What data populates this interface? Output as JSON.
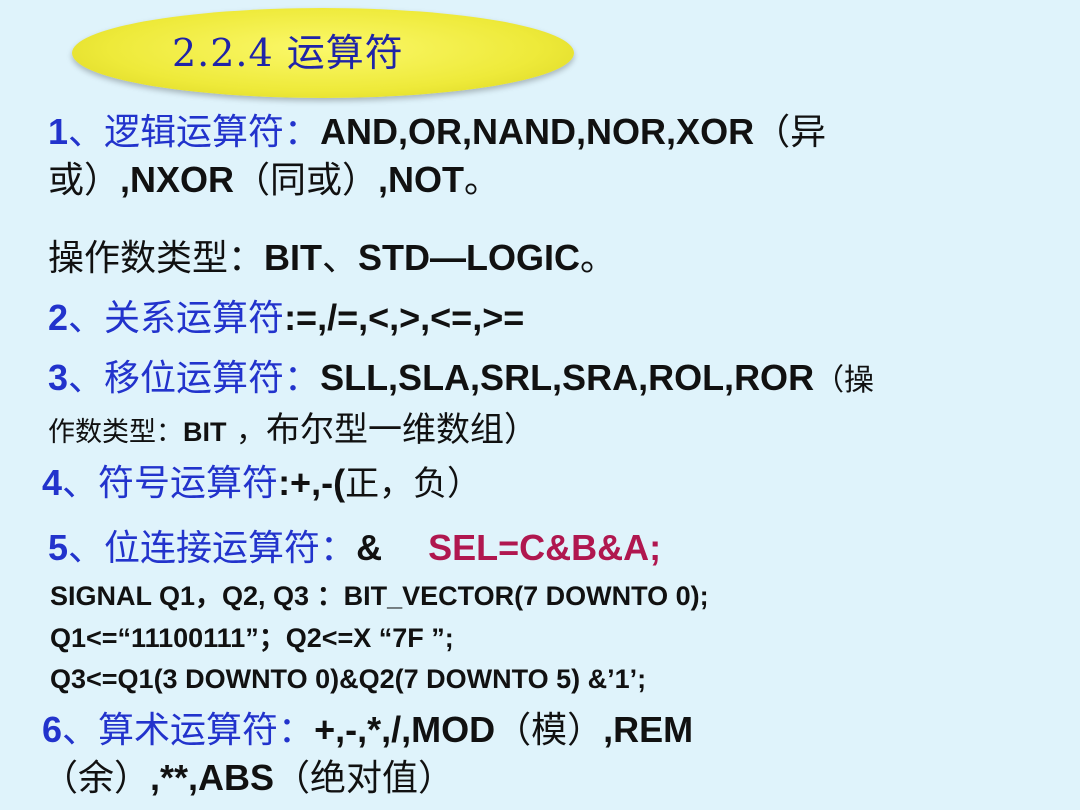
{
  "title": "2.2.4 运算符",
  "items": {
    "logical": {
      "num": "1",
      "sep": "、",
      "label": "逻辑运算符：",
      "ops1": "AND,OR,NAND,NOR,XOR",
      "paren1": "（异",
      "cont1": "或）",
      "ops2": ",NXOR",
      "paren2": "（同或）",
      "ops3": ",NOT",
      "end": "。"
    },
    "operand_types": {
      "label": "操作数类型：",
      "types": "BIT",
      "sep": "、",
      "types2": "STD—LOGIC",
      "end": "。"
    },
    "relational": {
      "num": "2",
      "sep": "、",
      "label": "关系运算符",
      "ops": ":=,/=,<,>,<=,>="
    },
    "shift": {
      "num": "3",
      "sep": "、",
      "label": "移位运算符：",
      "ops": "SLL,SLA,SRL,SRA,ROL,ROR",
      "paren": "（操",
      "cont": "作数类型：",
      "bit": "BIT",
      "comma": " ，",
      "rest": "布尔型一维数组）"
    },
    "sign": {
      "num": "4",
      "sep": "、",
      "label": "符号运算符",
      "ops": ":+,-(",
      "rest": "正，负）"
    },
    "concat": {
      "num": "5",
      "sep": "、",
      "label": "位连接运算符：",
      "op": "&",
      "example": "SEL=C&B&A;",
      "code": [
        "SIGNAL Q1，Q2, Q3 ：BIT_VECTOR(7 DOWNTO 0);",
        "Q1<=“11100111”；Q2<=X “7F ”;",
        "Q3<=Q1(3 DOWNTO 0)&Q2(7 DOWNTO 5) &’1’;"
      ]
    },
    "arith": {
      "num": "6",
      "sep": "、",
      "label": "算术运算符：",
      "ops1": "+,-,*,/,MOD",
      "paren1": "（模）",
      "ops2": ",REM",
      "paren2": "（余）",
      "ops3": ",**,ABS",
      "paren3": "（绝对值）"
    }
  },
  "colors": {
    "background": "#dff3fb",
    "title_ellipse": "#eeea3a",
    "title_text": "#1f24a8",
    "heading_blue": "#2233cc",
    "example_red": "#b0174f"
  }
}
